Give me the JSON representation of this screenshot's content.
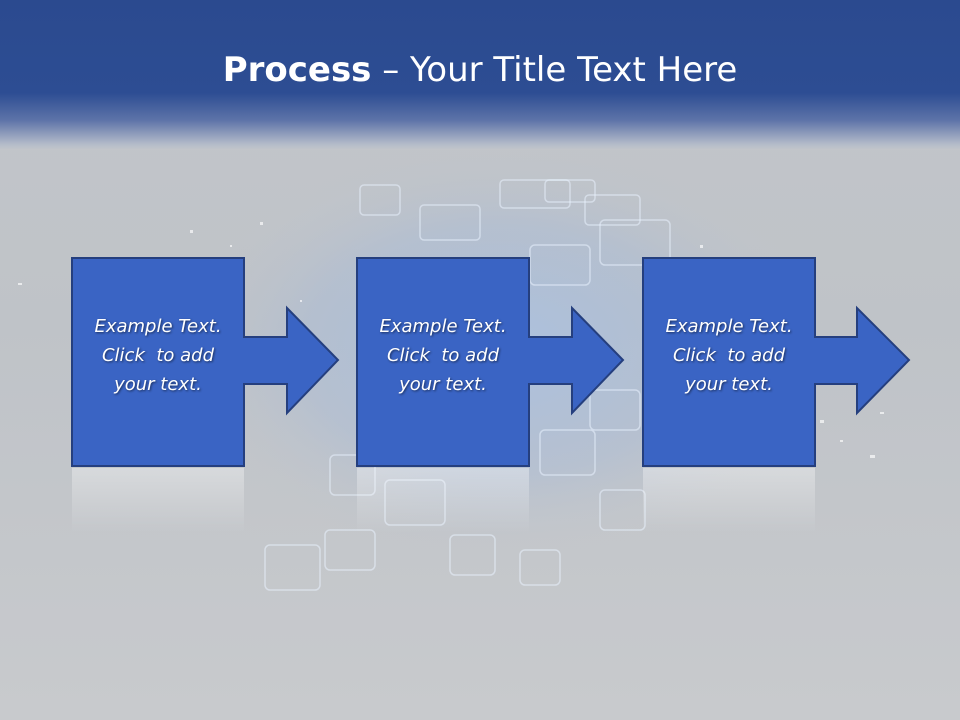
{
  "title": {
    "bold": "Process",
    "rest": " – Your Title Text Here"
  },
  "steps": [
    {
      "lines": [
        "Example Text.",
        "Click  to add",
        "your text."
      ]
    },
    {
      "lines": [
        "Example Text.",
        "Click  to add",
        "your text."
      ]
    },
    {
      "lines": [
        "Example Text.",
        "Click  to add",
        "your text."
      ]
    }
  ],
  "colors": {
    "header": "#2b4a8f",
    "box_fill": "#3a64c4",
    "box_stroke": "#253f7e"
  }
}
